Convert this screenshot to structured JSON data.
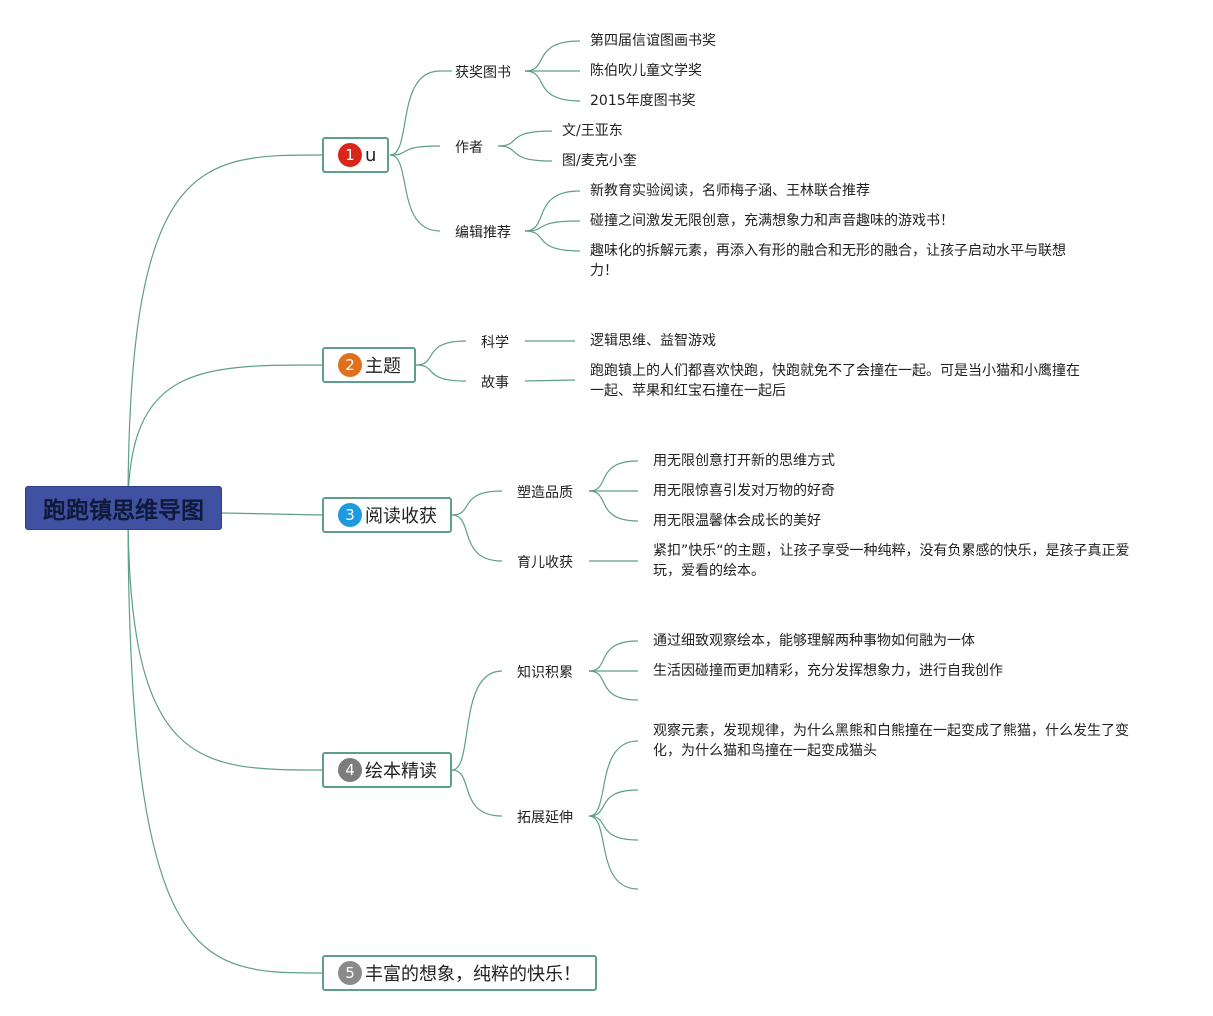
{
  "root": {
    "label": "跑跑镇思维导图",
    "color": "#3f51a0"
  },
  "branches": [
    {
      "badge": "1",
      "badge_color": "#d9261c",
      "label": "u",
      "subs": [
        {
          "label": "获奖图书",
          "leaves": [
            "第四届信谊图画书奖",
            "陈伯吹儿童文学奖",
            "2015年度图书奖"
          ]
        },
        {
          "label": "作者",
          "leaves": [
            "文/王亚东",
            "图/麦克小奎"
          ]
        },
        {
          "label": "编辑推荐",
          "leaves": [
            "新教育实验阅读，名师梅子涵、王林联合推荐",
            "碰撞之间激发无限创意，充满想象力和声音趣味的游戏书！",
            "趣味化的拆解元素，再添入有形的融合和无形的融合，让孩子启动水平与联想力！"
          ]
        }
      ]
    },
    {
      "badge": "2",
      "badge_color": "#e0701e",
      "label": "主题",
      "subs": [
        {
          "label": "科学",
          "leaves": [
            "逻辑思维、益智游戏"
          ]
        },
        {
          "label": "故事",
          "leaves": [
            "跑跑镇上的人们都喜欢快跑，快跑就免不了会撞在一起。可是当小猫和小鹰撞在一起、苹果和红宝石撞在一起后"
          ]
        }
      ]
    },
    {
      "badge": "3",
      "badge_color": "#1e9be0",
      "label": "阅读收获",
      "subs": [
        {
          "label": "塑造品质",
          "leaves": [
            "用无限创意打开新的思维方式",
            "用无限惊喜引发对万物的好奇",
            "用无限温馨体会成长的美好"
          ]
        },
        {
          "label": "育儿收获",
          "leaves": [
            "紧扣”快乐“的主题，让孩子享受一种纯粹，没有负累感的快乐，是孩子真正爱玩，爱看的绘本。"
          ]
        }
      ]
    },
    {
      "badge": "4",
      "badge_color": "#7c7c7c",
      "label": "绘本精读",
      "subs": [
        {
          "label": "知识积累",
          "leaves": [
            "通过细致观察绘本，能够理解两种事物如何融为一体",
            "生活因碰撞而更加精彩，充分发挥想象力，进行自我创作",
            ""
          ]
        },
        {
          "label": "拓展延伸",
          "leaves": [
            "观察元素，发现规律，为什么黑熊和白熊撞在一起变成了熊猫，什么发生了变化，为什么猫和鸟撞在一起变成猫头",
            "",
            "",
            ""
          ]
        }
      ]
    },
    {
      "badge": "5",
      "badge_color": "#8a8a8a",
      "label": "丰富的想象，纯粹的快乐！",
      "subs": []
    }
  ],
  "link_color": "#5e9e8c"
}
